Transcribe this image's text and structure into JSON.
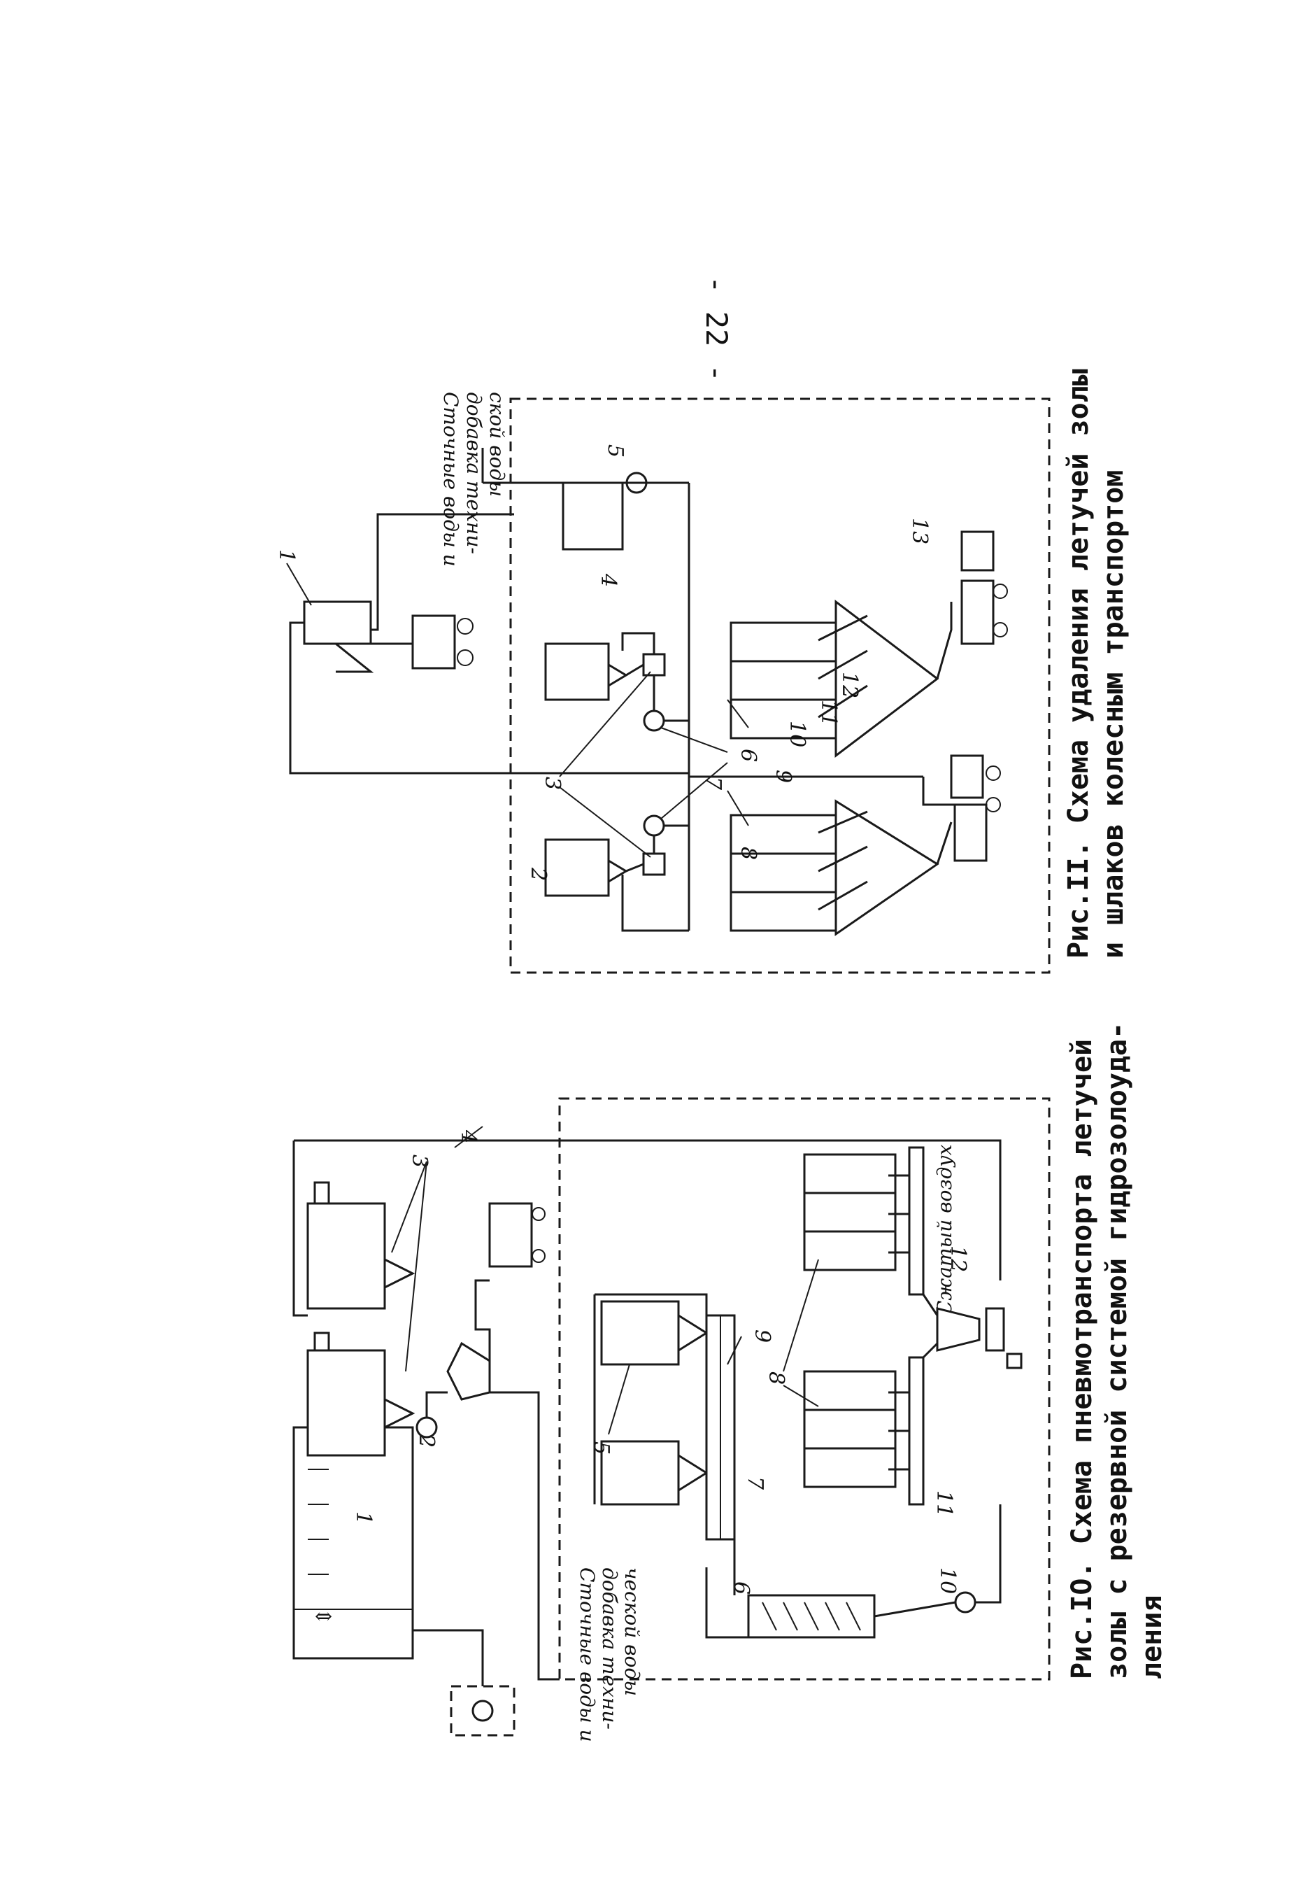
{
  "page_number": "- 22 -",
  "fig11": {
    "caption_line1": "Рис.II. Схема удаления летучей золы",
    "caption_line2": "и шлаков колесным транспортом",
    "note": [
      "Сточные воды и",
      "добавка техни-",
      "ской воды"
    ],
    "labels": [
      "1",
      "2",
      "3",
      "4",
      "5",
      "6",
      "7",
      "8",
      "9",
      "10",
      "11",
      "12",
      "13"
    ]
  },
  "fig10": {
    "caption_line1": "Рис.IO. Схема пневмотранспорта летучей",
    "caption_line2": "золы с резервной системой гидрозолоуда-",
    "caption_line3": "ления",
    "note": [
      "Сточные воды и",
      "добавка техни-",
      "ческой воды"
    ],
    "compressed_air": "Сжатый воздух",
    "labels": [
      "1",
      "2",
      "3",
      "4",
      "5",
      "6",
      "7",
      "8",
      "9",
      "10",
      "11",
      "12"
    ]
  }
}
